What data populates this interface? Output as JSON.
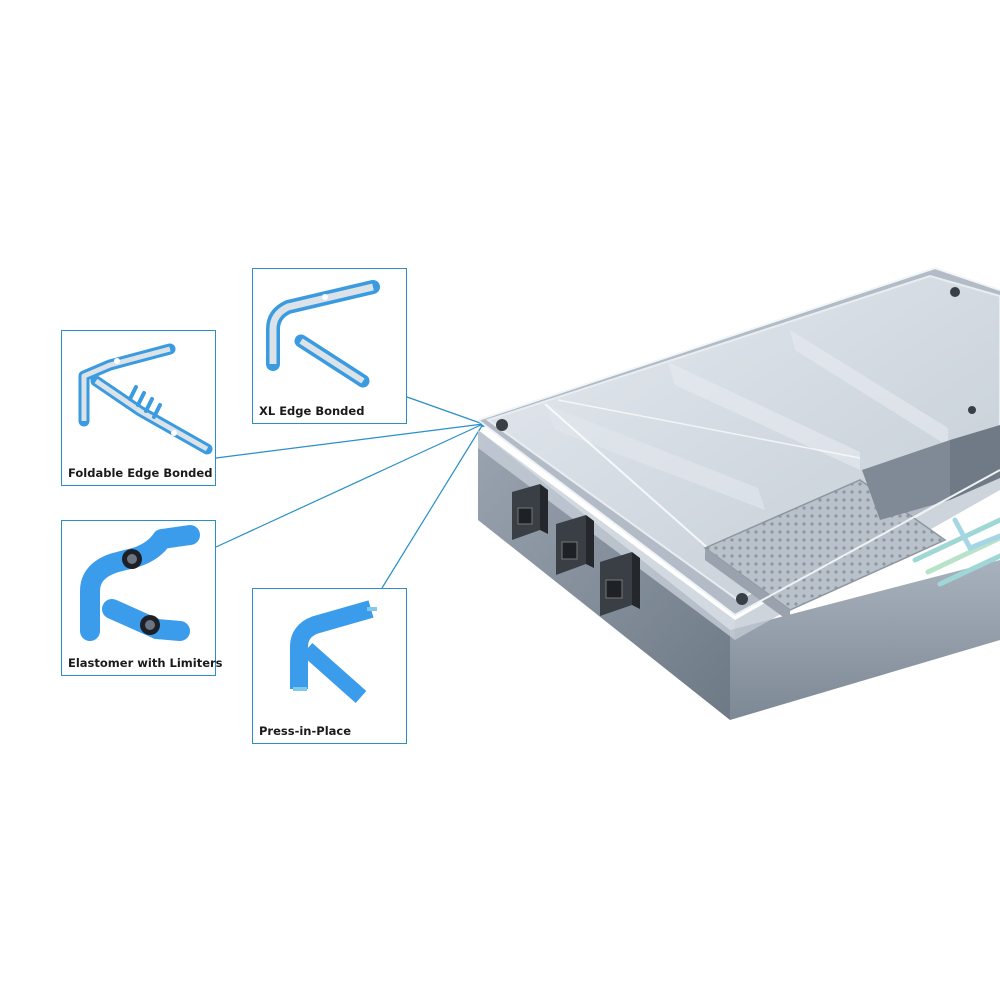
{
  "callouts": {
    "xl_edge_bonded": "XL Edge Bonded",
    "foldable_edge_bonded": "Foldable Edge Bonded",
    "elastomer_with_limiters": "Elastomer with Limiters",
    "press_in_place": "Press-in-Place"
  },
  "colors": {
    "frame": "#2a8fc6",
    "gasket_blue": "#3a9be0",
    "enclosure_gray": "#8e99a6",
    "cover_glass": "#d6dde4"
  }
}
